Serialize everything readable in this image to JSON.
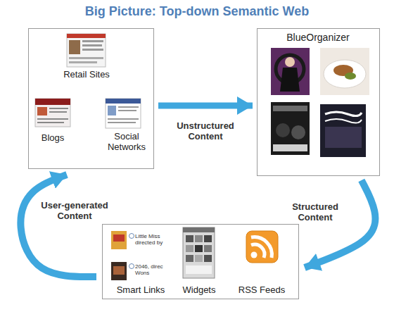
{
  "diagram": {
    "title": "Big Picture: Top-down Semantic Web",
    "nodes": [
      {
        "text": [
          "Retail Sites",
          "Blogs",
          "Social Networks"
        ]
      },
      {
        "text": [
          "BlueOrganizer"
        ]
      },
      {
        "text": [
          "Smart Links",
          "Widgets",
          "RSS Feeds"
        ]
      }
    ],
    "edges": [
      {
        "from": 0,
        "to": 1,
        "label": "Unstructured Content",
        "arrow": "to"
      },
      {
        "from": 1,
        "to": 2,
        "label": "Structured Content",
        "arrow": "to"
      },
      {
        "from": 2,
        "to": 0,
        "label": "User-generated Content",
        "arrow": "to"
      }
    ],
    "labels": [
      "Little Miss directed by",
      "2046, direc Wons"
    ]
  }
}
